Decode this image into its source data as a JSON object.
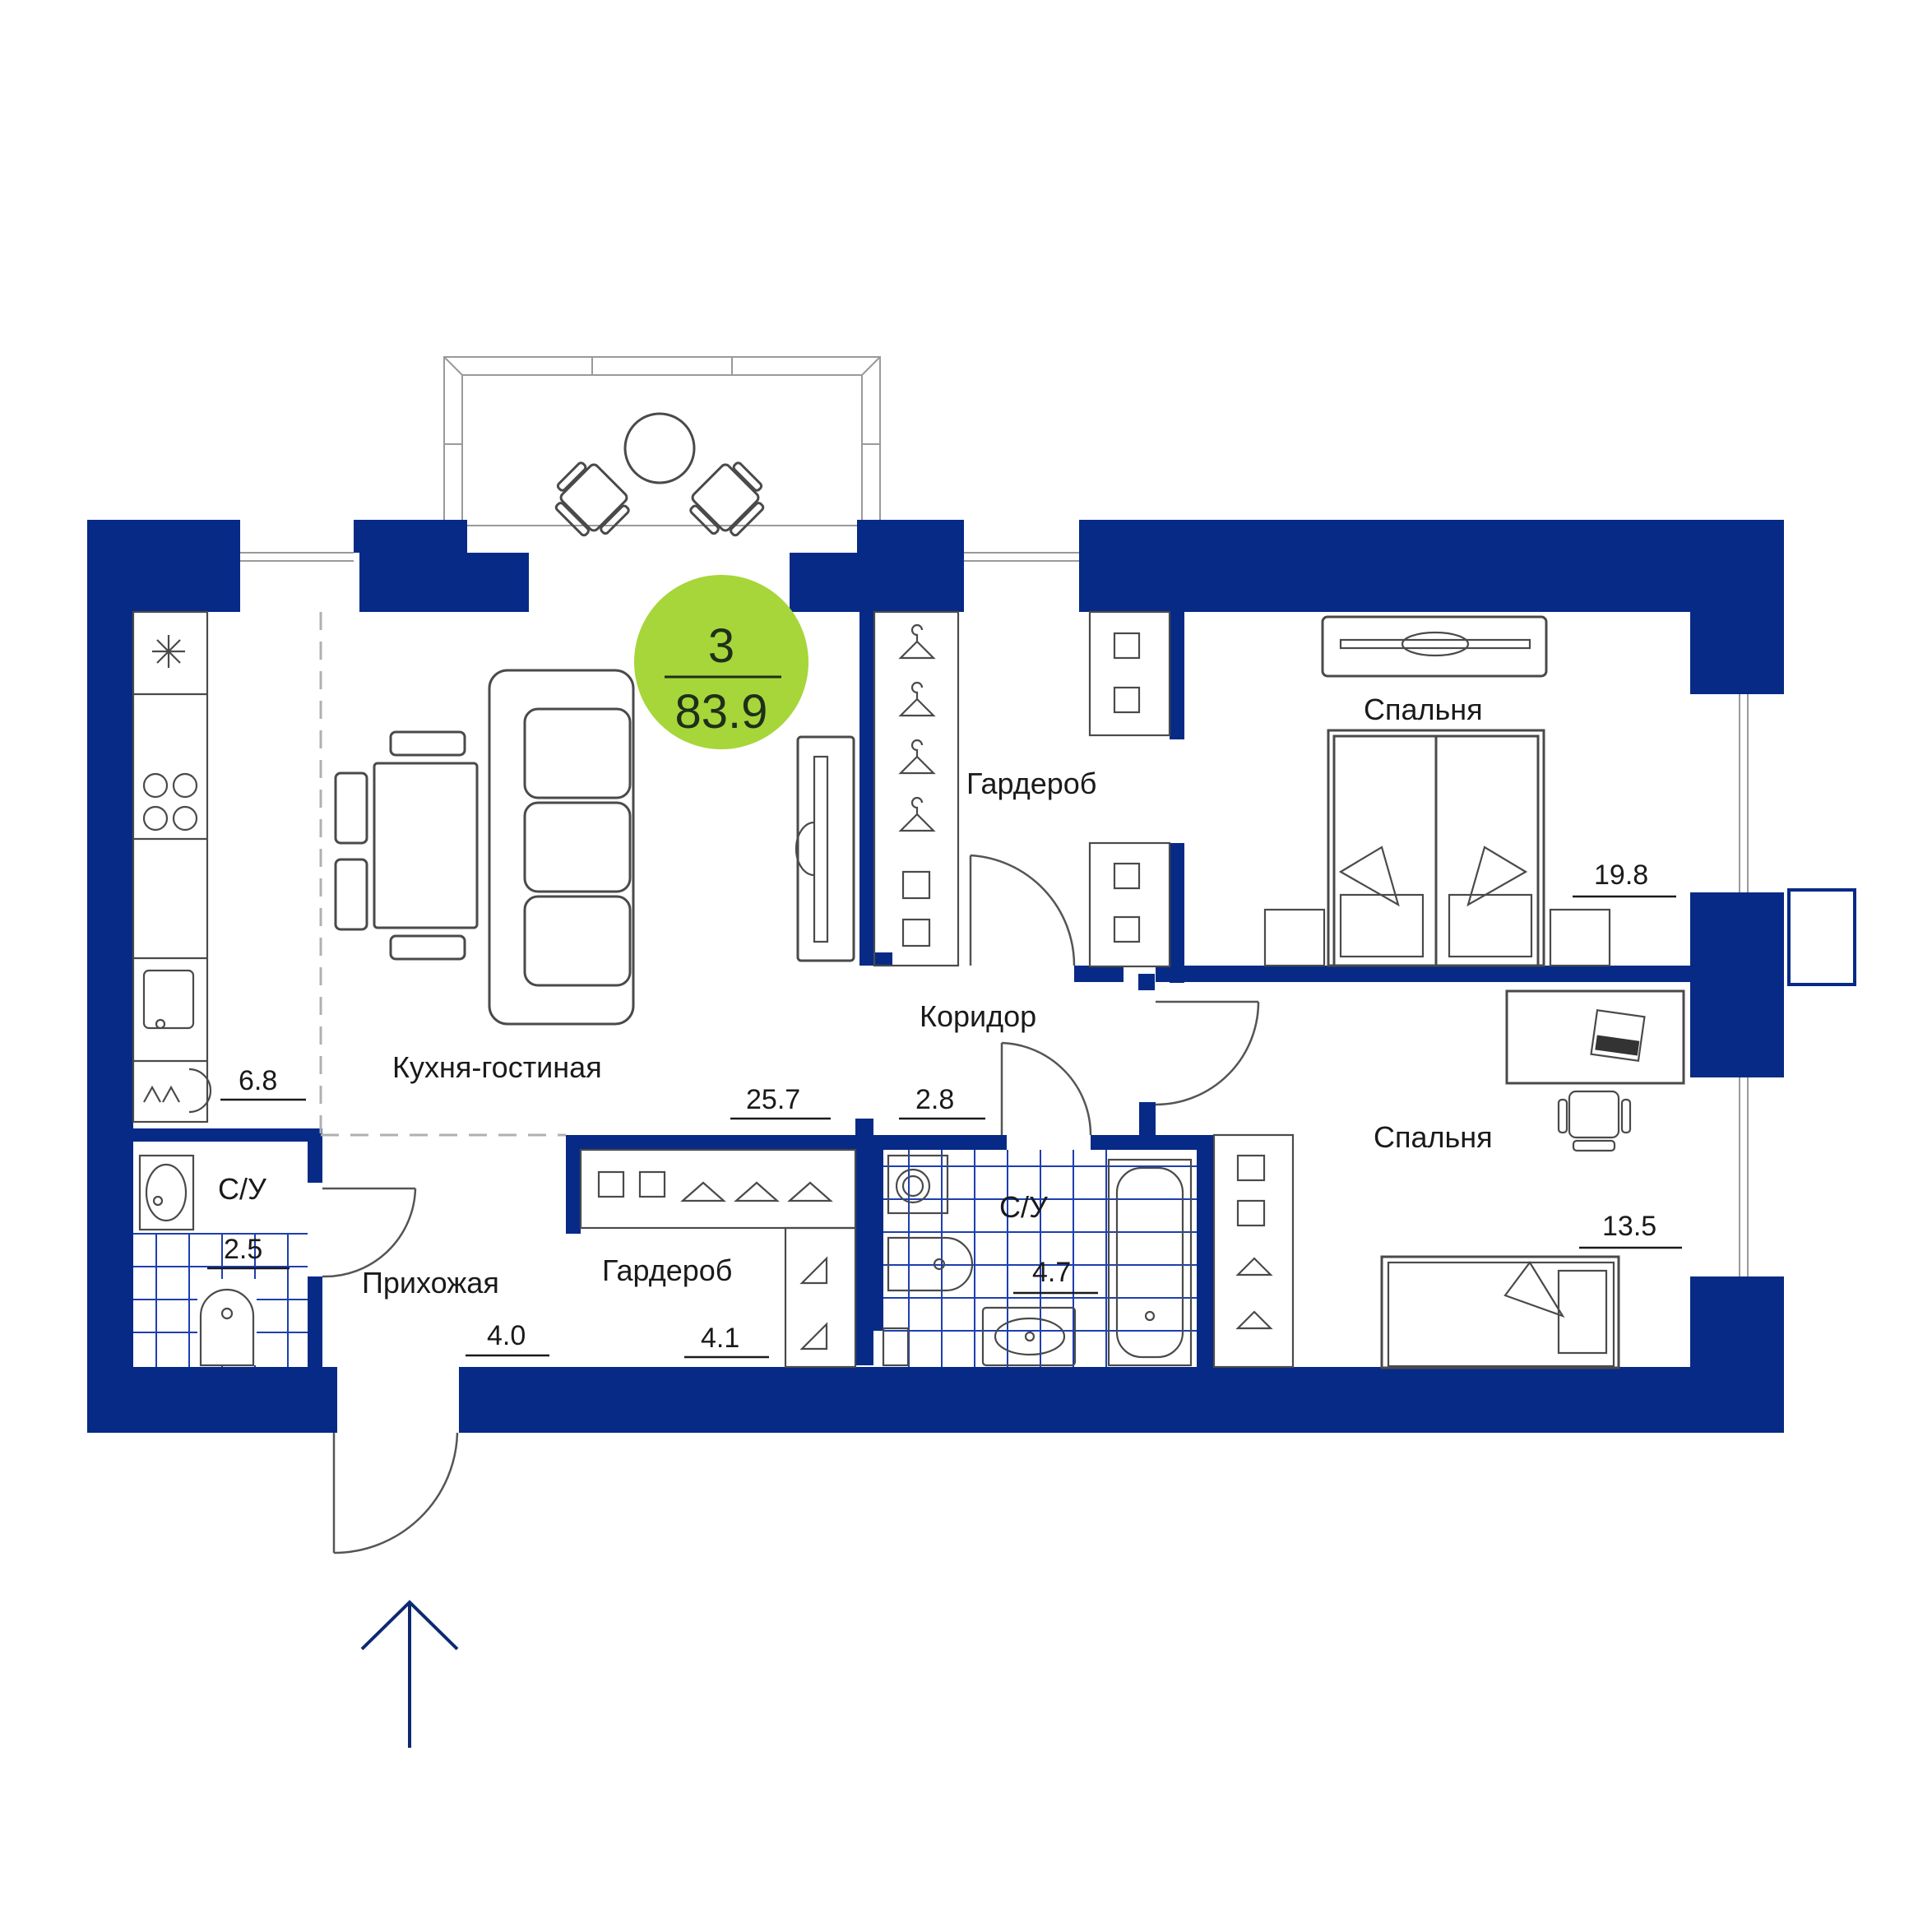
{
  "apartment": {
    "rooms": "3",
    "total_area": "83.9",
    "badge_color": "#a6d63a"
  },
  "colors": {
    "wall": "#062a86",
    "tile_grid": "#1e3fb0",
    "arrow": "#0b2a70"
  },
  "rooms": {
    "kitchen_living": {
      "name": "Кухня-гостиная",
      "area": "25.7"
    },
    "kitchen": {
      "area": "6.8"
    },
    "wardrobe_top": {
      "name": "Гардероб"
    },
    "bedroom_top": {
      "name": "Спальня",
      "area": "19.8"
    },
    "corridor": {
      "name": "Коридор",
      "area": "2.8"
    },
    "bedroom_bottom": {
      "name": "Спальня",
      "area": "13.5"
    },
    "bathroom_left": {
      "name": "С/У",
      "area": "2.5"
    },
    "hallway": {
      "name": "Прихожая",
      "area": "4.0"
    },
    "wardrobe_bottom": {
      "name": "Гардероб",
      "area": "4.1"
    },
    "bathroom_right": {
      "name": "С/У",
      "area": "4.7"
    }
  },
  "icons": [
    "north-arrow-icon",
    "cooktop-icon",
    "sink-icon",
    "toilet-icon",
    "bathtub-icon",
    "washing-machine-icon",
    "hanger-icon",
    "sofa-icon",
    "bed-icon",
    "dining-table-icon"
  ]
}
